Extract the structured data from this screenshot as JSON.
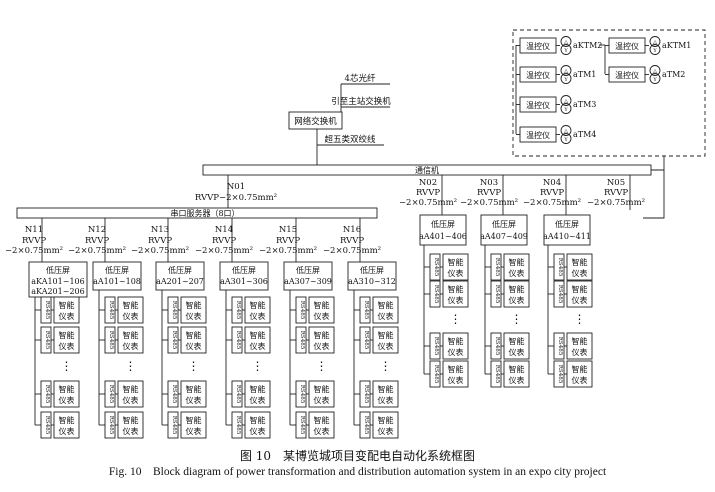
{
  "labels": {
    "fiber": "4芯光纤",
    "to_main_switch": "引至主站交换机",
    "network_switch": "网络交换机",
    "cat5_cable": "超五类双绞线",
    "comm_machine": "通信机",
    "serial_server": "串口服务器（8口）",
    "temp_ctrl": "温控仪",
    "low_voltage_panel": "低压屏",
    "rs485": "RS485",
    "smart_meter_line1": "智能",
    "smart_meter_line2": "仪表",
    "ellipsis": "⋮"
  },
  "transformers": {
    "left_col": [
      "aKTM2",
      "aTM1",
      "aTM3",
      "aTM4"
    ],
    "right_col": [
      "aKTM1",
      "aTM2"
    ]
  },
  "n01": {
    "name": "N01",
    "cable": "RVVP−2×0.75mm²"
  },
  "serial_nodes": [
    {
      "name": "N11",
      "cable1": "RVVP",
      "cable2": "−2×0.75mm²",
      "panel": "aKA101~106",
      "panel2": "aKA201~206"
    },
    {
      "name": "N12",
      "cable1": "RVVP",
      "cable2": "−2×0.75mm²",
      "panel": "aA101~108"
    },
    {
      "name": "N13",
      "cable1": "RVVP",
      "cable2": "−2×0.75mm²",
      "panel": "aA201~207"
    },
    {
      "name": "N14",
      "cable1": "RVVP",
      "cable2": "−2×0.75mm²",
      "panel": "aA301~306"
    },
    {
      "name": "N15",
      "cable1": "RVVP",
      "cable2": "−2×0.75mm²",
      "panel": "aA307~309"
    },
    {
      "name": "N16",
      "cable1": "RVVP",
      "cable2": "−2×0.75mm²",
      "panel": "aA310~312"
    }
  ],
  "comm_nodes": [
    {
      "name": "N02",
      "cable1": "RVVP",
      "cable2": "−2×0.75mm²",
      "panel": "aA401~406"
    },
    {
      "name": "N03",
      "cable1": "RVVP",
      "cable2": "−2×0.75mm²",
      "panel": "aA407~409"
    },
    {
      "name": "N04",
      "cable1": "RVVP",
      "cable2": "−2×0.75mm²",
      "panel": "aA410~411"
    },
    {
      "name": "N05",
      "cable1": "RVVP",
      "cable2": "−2×0.75mm²"
    }
  ],
  "caption": {
    "cn": "图 10　某博览城项目变配电自动化系统框图",
    "en": "Fig. 10　Block diagram of power transformation and distribution automation system in an expo city project"
  }
}
